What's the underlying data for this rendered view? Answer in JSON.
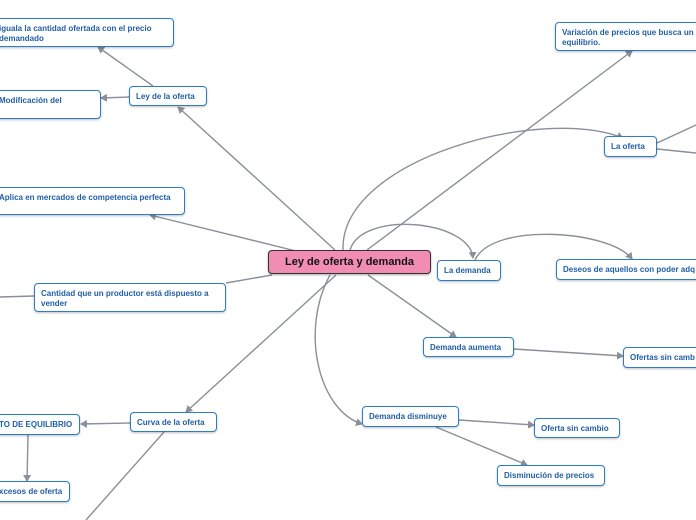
{
  "colors": {
    "line": "#8a8f98",
    "node_border": "#2e7cc4",
    "node_text": "#1f5fa6",
    "center_fill": "#f08db0"
  },
  "nodes": {
    "center": "Ley de oferta y demanda",
    "ley_oferta": "Ley de la oferta",
    "iguala": "iguala la cantidad ofertada con el precio demandado",
    "modificacion": "Modificación del",
    "aplica": "Aplica en mercados de competencia perfecta",
    "cantidad": "Cantidad que un productor está dispuesto a vender",
    "curva_oferta": "Curva de la oferta",
    "punto_equilibrio": "TO DE EQUILIBRIO",
    "excesos": "xcesos de oferta",
    "variacion": "Variación de precios que busca un equilibrio.",
    "la_oferta": "La oferta",
    "la_demanda": "La demanda",
    "deseos": "Deseos de aquellos con poder adq",
    "demanda_aumenta": "Demanda aumenta",
    "ofertas_sin_cambio": "Ofertas sin camb",
    "demanda_disminuye": "Demanda disminuye",
    "oferta_sin_cambio": "Oferta sin cambio",
    "disminucion_precios": "Disminución de precios"
  }
}
